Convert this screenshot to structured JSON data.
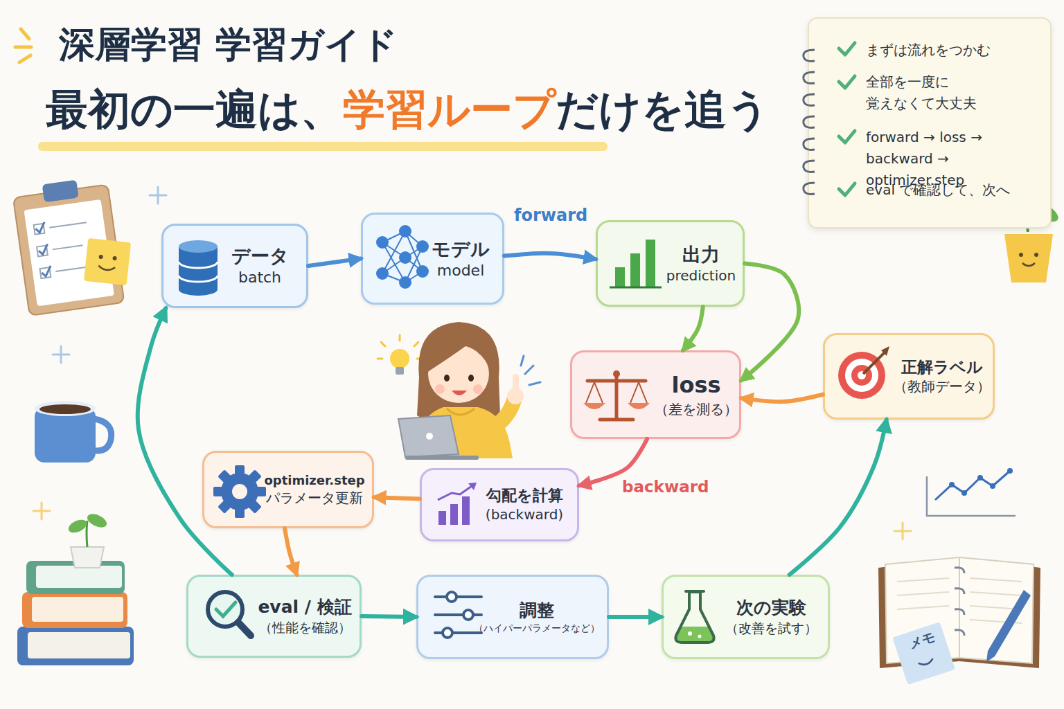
{
  "diagram": {
    "title": "深層学習 学習ガイド",
    "nodes": [
      {
        "text": [
          "データ",
          "batch"
        ]
      },
      {
        "text": [
          "モデル",
          "model"
        ]
      },
      {
        "text": [
          "出力",
          "prediction"
        ]
      },
      {
        "text": [
          "loss",
          "（差を測る）"
        ]
      },
      {
        "text": [
          "正解ラベル",
          "（教師データ）"
        ]
      },
      {
        "text": [
          "optimizer.step",
          "パラメータ更新"
        ]
      },
      {
        "text": [
          "勾配を計算",
          "(backward)"
        ]
      },
      {
        "text": [
          "eval / 検証",
          "（性能を確認）"
        ]
      },
      {
        "text": [
          "調整",
          "（ハイパーパラメータなど）"
        ]
      },
      {
        "text": [
          "次の実験",
          "（改善を試す）"
        ]
      },
      {
        "text": [
          "まずは流れをつかむ",
          "全部を一度に 覚えなくて大丈夫",
          "forward → loss → backward → optimizer.step",
          "eval で確認して、次へ"
        ]
      }
    ],
    "edges": [
      {
        "from": 0,
        "to": 1,
        "arrow": "to"
      },
      {
        "from": 1,
        "to": 2,
        "label": "forward",
        "arrow": "to"
      },
      {
        "from": 2,
        "to": 3,
        "arrow": "to"
      },
      {
        "from": 2,
        "to": 3,
        "arrow": "to"
      },
      {
        "from": 4,
        "to": 3,
        "arrow": "to"
      },
      {
        "from": 3,
        "to": 6,
        "label": "backward",
        "arrow": "to"
      },
      {
        "from": 6,
        "to": 5,
        "arrow": "to"
      },
      {
        "from": 5,
        "to": 7,
        "arrow": "to"
      },
      {
        "from": 7,
        "to": 8,
        "arrow": "to"
      },
      {
        "from": 8,
        "to": 9,
        "arrow": "to"
      },
      {
        "from": 9,
        "to": 4,
        "arrow": "to"
      },
      {
        "from": 7,
        "to": 0,
        "arrow": "to"
      }
    ],
    "labels": [
      "最初の一遍は、",
      "学習ループ",
      "だけを追う",
      "メモ"
    ]
  }
}
